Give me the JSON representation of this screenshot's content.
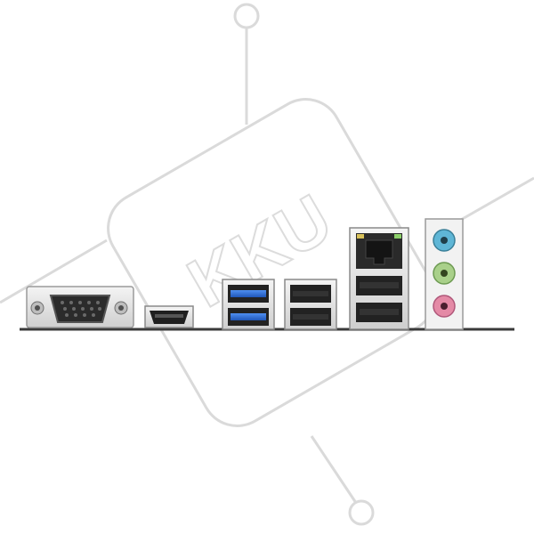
{
  "watermark": {
    "text": "KKU",
    "color": "#d9d9d9"
  },
  "board": {
    "baseline_color": "#3a3a3a",
    "ports": [
      {
        "name": "vga",
        "icon": "vga-port-icon"
      },
      {
        "name": "hdmi",
        "icon": "hdmi-port-icon"
      },
      {
        "name": "usb3-stack",
        "icon": "usb3-port-icon",
        "accent": "#2f6fd6"
      },
      {
        "name": "usb2-stack",
        "icon": "usb2-port-icon"
      },
      {
        "name": "rj45-usb-stack",
        "icon": "ethernet-port-icon"
      },
      {
        "name": "audio-jacks",
        "icon": "audio-jack-icon",
        "jack_colors": [
          "#5fb6d6",
          "#a9d08a",
          "#e48aa6"
        ]
      }
    ]
  }
}
